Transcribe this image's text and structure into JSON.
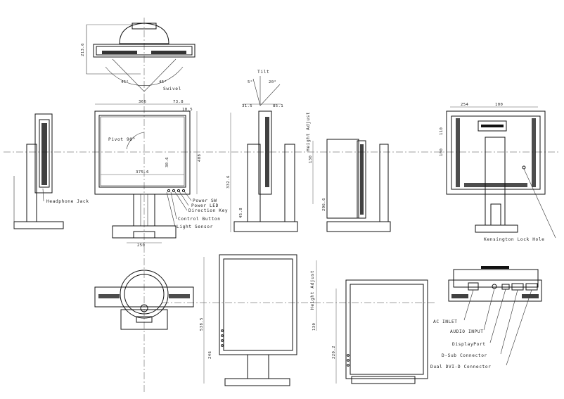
{
  "views": {
    "top": {
      "swivel_label": "Swivel",
      "angle_left": "45°",
      "angle_right": "45°",
      "depth": "213.6"
    },
    "front": {
      "pivot_label": "Pivot 90°",
      "width_dim": "366",
      "screen_width": "375.6",
      "height_dim": "30.6",
      "side_dim": "408",
      "top_dims": [
        "73.8",
        "10.5"
      ],
      "base_width": "250"
    },
    "side": {
      "tilt_label": "Tilt",
      "tilt_angles": [
        "5°",
        "20°"
      ],
      "dims": [
        "31.5",
        "85.1",
        "332.6",
        "45.8"
      ]
    },
    "height_adjust": {
      "label": "Height Adjust",
      "dim": "130",
      "low": "296.6"
    },
    "rear": {
      "dims": [
        "254",
        "100",
        "100",
        "110"
      ]
    }
  },
  "callouts": {
    "headphone_jack": "Headphone Jack",
    "power_sw": "Power SW",
    "power_led": "Power LED",
    "direction_key": "Direction Key",
    "control_button": "Control Button",
    "light_sensor": "Light Sensor",
    "kensington": "Kensington Lock Hole",
    "ac_inlet": "AC INLET",
    "audio_input": "AUDIO INPUT",
    "displayport": "DisplayPort",
    "dsub": "D-Sub Connector",
    "dvi": "Dual DVI-D Connector"
  },
  "portrait": {
    "height_label": "Height Adjust",
    "dims": [
      "538.5",
      "246",
      "130",
      "220.2"
    ]
  }
}
